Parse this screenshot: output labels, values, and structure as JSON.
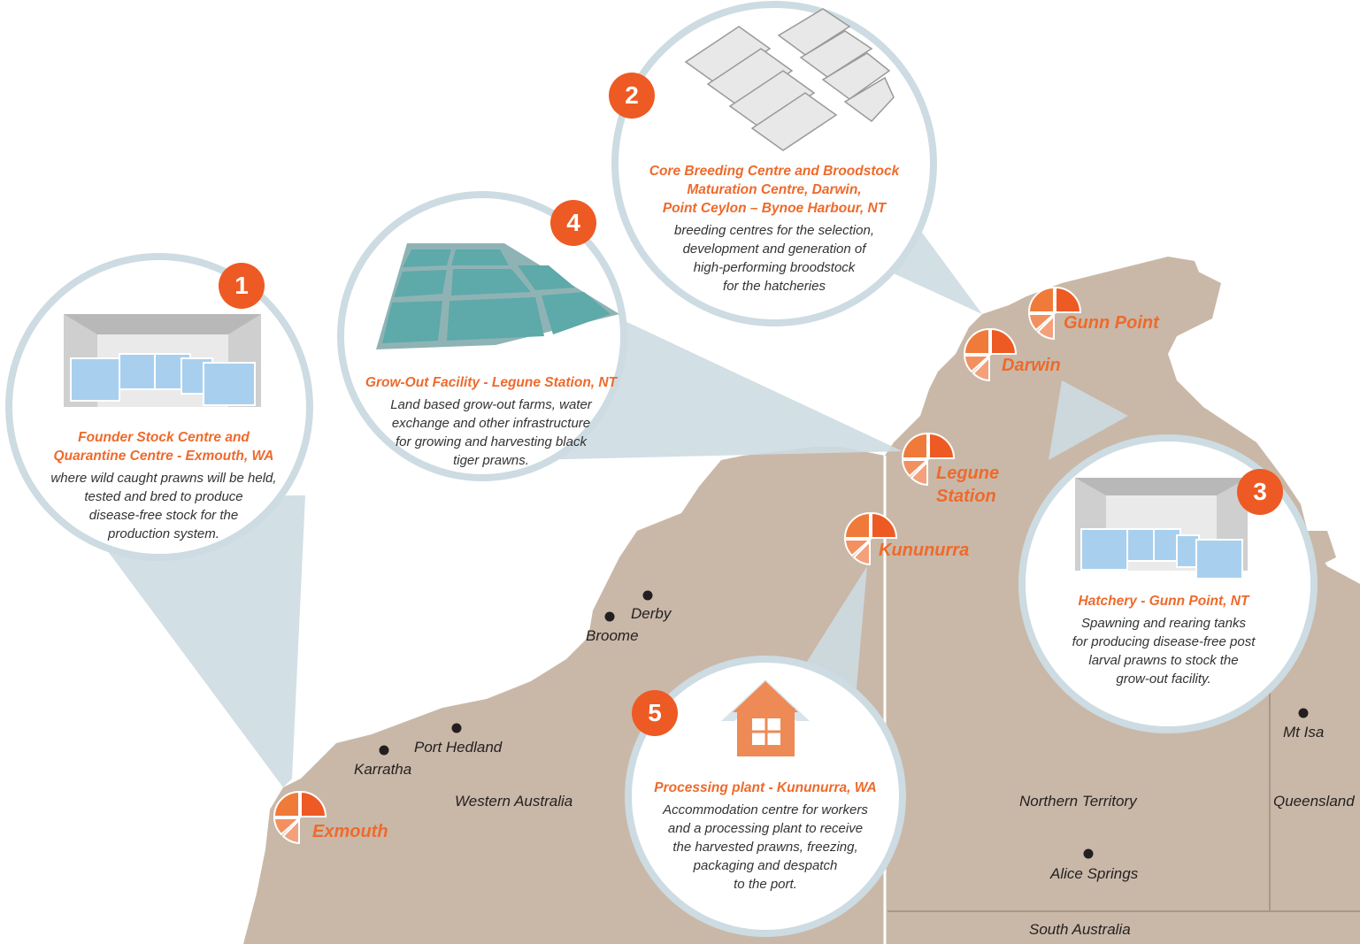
{
  "colors": {
    "land": "#c9b8a8",
    "bubble_border": "#cddbe2",
    "accent": "#ee6a2c",
    "accent_dark": "#ee5a24",
    "water_pond": "#5ea9a9",
    "dot": "#231f20"
  },
  "towns": {
    "derby": "Derby",
    "broome": "Broome",
    "port_hedland": "Port Hedland",
    "karratha": "Karratha",
    "mt_isa": "Mt Isa",
    "alice_springs": "Alice Springs"
  },
  "states": {
    "wa": "Western Australia",
    "nt": "Northern Territory",
    "qld": "Queensland",
    "sa": "South Australia"
  },
  "sites": {
    "exmouth": "Exmouth",
    "kununurra": "Kununurra",
    "legune": "Legune\nStation",
    "darwin": "Darwin",
    "gunn_point": "Gunn Point"
  },
  "bubbles": [
    {
      "number": "1",
      "icon": "tank-shed-icon",
      "title": "Founder Stock Centre and\nQuarantine Centre - Exmouth, WA",
      "description": "where wild caught prawns will be held,\ntested and bred to produce\ndisease-free stock for the\nproduction system."
    },
    {
      "number": "2",
      "icon": "greenhouse-rows-icon",
      "title": "Core Breeding Centre and Broodstock\nMaturation Centre, Darwin,\nPoint Ceylon – Bynoe Harbour, NT",
      "description": "breeding centres for the selection,\ndevelopment and generation of\nhigh-performing broodstock\nfor the hatcheries"
    },
    {
      "number": "3",
      "icon": "tank-shed-icon",
      "title": "Hatchery - Gunn Point, NT",
      "description": "Spawning and rearing tanks\nfor producing disease-free post\nlarval prawns to stock the\ngrow-out facility."
    },
    {
      "number": "4",
      "icon": "pond-grid-icon",
      "title": "Grow-Out Facility - Legune Station, NT",
      "description": "Land based grow-out farms, water\nexchange and other infrastructure\nfor growing and harvesting black\ntiger prawns."
    },
    {
      "number": "5",
      "icon": "house-icon",
      "title": "Processing plant - Kununurra, WA",
      "description": "Accommodation centre  for workers\nand a processing plant to receive\nthe harvested prawns, freezing,\npackaging and despatch\nto the port."
    }
  ]
}
